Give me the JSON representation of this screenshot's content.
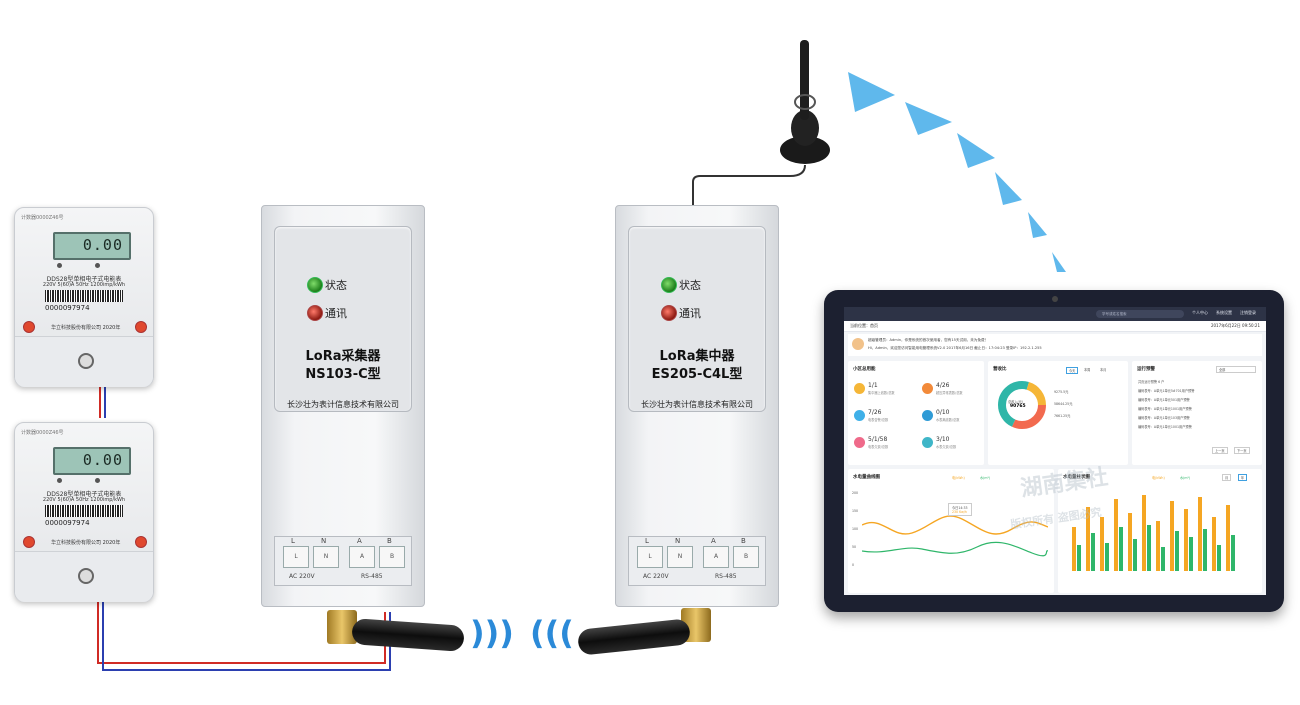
{
  "meters": [
    {
      "topline": "计数器0000Z46号",
      "lcd": "0.00",
      "model": "DDS28型单相电子式电能表",
      "spec": "220V 5(60)A 50Hz 1200imp/kWh",
      "serial": "0000097974",
      "maker": "华立科技股份有限公司 2020年"
    },
    {
      "topline": "计数器0000Z46号",
      "lcd": "0.00",
      "model": "DDS28型单相电子式电能表",
      "spec": "220V 5(60)A 50Hz 1200imp/kWh",
      "serial": "0000097974",
      "maker": "华立科技股份有限公司 2020年"
    }
  ],
  "collector": {
    "status_label": "状态",
    "comm_label": "通讯",
    "name": "LoRa采集器",
    "model": "NS103-C型",
    "company": "长沙壮为表计信息技术有限公司",
    "terminal_top": [
      "L",
      "N",
      "A",
      "B"
    ],
    "terminal_boxes": [
      "L",
      "N",
      "A",
      "B"
    ],
    "terminal_bottom_left": "AC 220V",
    "terminal_bottom_right": "RS-485"
  },
  "concentrator": {
    "status_label": "状态",
    "comm_label": "通讯",
    "name": "LoRa集中器",
    "model": "ES205-C4L型",
    "company": "长沙壮为表计信息技术有限公司",
    "terminal_top": [
      "L",
      "N",
      "A",
      "B"
    ],
    "terminal_boxes": [
      "L",
      "N",
      "A",
      "B"
    ],
    "terminal_bottom_left": "AC 220V",
    "terminal_bottom_right": "RS-485"
  },
  "tablet": {
    "search_placeholder": "学号或姓名搜索",
    "menu": [
      "个人中心",
      "系统设置",
      "注销登录"
    ],
    "breadcrumb": "当前位置：首页",
    "datetime": "2017年6月22日  09:50:21",
    "welcome_line1": "超级管理员：Admin，你是系统的首次使用者，您有15天试用，未为免费！",
    "welcome_line2": "Hi，Admin，欢迎您访问智能用电管理系统V2.0  2017年6月16日  截止日：17:04:23  登录IP：192.2.1.255",
    "community_title": "小区总用能",
    "stats": [
      {
        "n": "1/1",
        "d": "集中器上线数/总数"
      },
      {
        "n": "4/26",
        "d": "超压异常表数/总数"
      },
      {
        "n": "7/26",
        "d": "电表告警/总数"
      },
      {
        "n": "0/10",
        "d": "水表离线数/总数"
      },
      {
        "n": "5/1/58",
        "d": "电表欠费/总数"
      },
      {
        "n": "3/10",
        "d": "水表欠费/总数"
      }
    ],
    "bill_title": "营收比",
    "bill_tabs": [
      "今天",
      "本周",
      "本月"
    ],
    "donut_label": "总收入(元)",
    "donut_value": "90765",
    "bill_items": [
      "9275.5元",
      "58644.25元",
      "7661.25元"
    ],
    "alert_title": "运行预警",
    "alert_select": "全部",
    "alerts": [
      "共页运行预警 6 户",
      "编码表号：A单元1单元5#701用户预警",
      "编码表号：A单元1单元501用户预警",
      "编码表号：A单元1单元1001用户预警",
      "编码表号：A单元1单元103用户预警",
      "编码表号：A单元1单元1001用户预警"
    ],
    "pager": [
      "上一页",
      "下一页"
    ],
    "line_title": "水电量曲线图",
    "line_legend": [
      "电(kWh)",
      "水(m³)"
    ],
    "tooltip_line1": "今日14:33",
    "tooltip_line2": "230 Kw/h",
    "bar_title": "水电量柱状图",
    "bar_legend": [
      "电(kWh)",
      "水(m³)"
    ],
    "bar_tabs": [
      "月",
      "年"
    ],
    "y_ticks": [
      "200",
      "150",
      "100",
      "50",
      "0"
    ]
  },
  "watermark": {
    "text": "湖南集社",
    "sub": "版权所有 盗图必究"
  }
}
